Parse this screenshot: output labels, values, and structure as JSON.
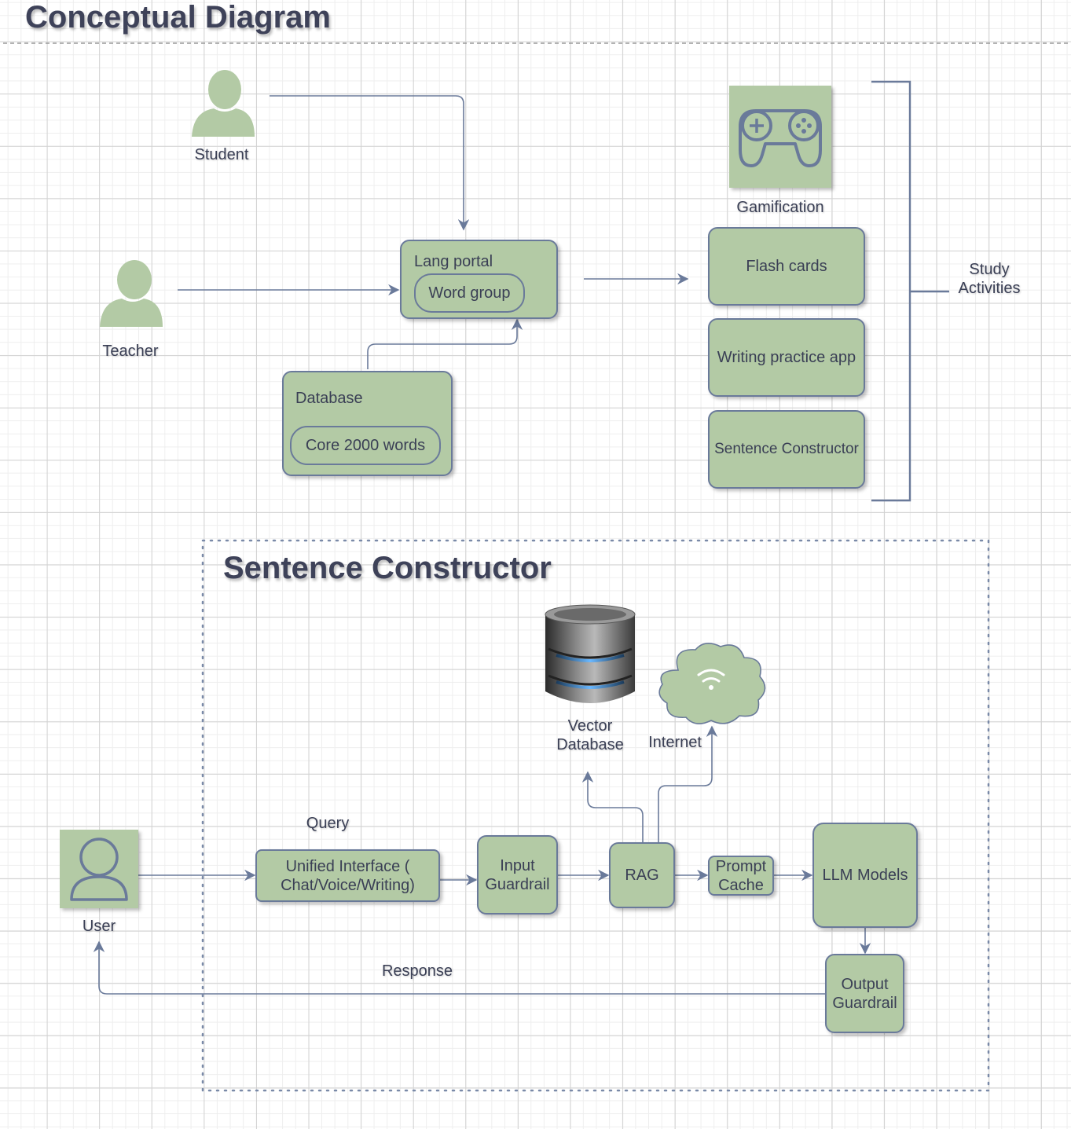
{
  "titles": {
    "main": "Conceptual Diagram",
    "sub": "Sentence Constructor"
  },
  "actors": {
    "student": "Student",
    "teacher": "Teacher",
    "user": "User"
  },
  "top": {
    "lang_portal": "Lang portal",
    "word_group": "Word group",
    "database": "Database",
    "core_words": "Core 2000 words",
    "gamification": "Gamification",
    "flash_cards": "Flash cards",
    "writing_practice": "Writing practice app",
    "sentence_constructor": "Sentence Constructor",
    "study_activities": "Study Activities"
  },
  "bottom": {
    "query": "Query",
    "unified_interface": "Unified Interface ( Chat/Voice/Writing)",
    "input_guardrail": "Input Guardrail",
    "rag": "RAG",
    "prompt_cache": "Prompt Cache",
    "llm_models": "LLM Models",
    "output_guardrail": "Output Guardrail",
    "response": "Response",
    "vector_database": "Vector Database",
    "internet": "Internet"
  },
  "colors": {
    "node_fill": "#b3caa5",
    "node_stroke": "#6a7a9a",
    "edge": "#6a7a9a",
    "text": "#3a3f55"
  },
  "icons": {
    "student": "person-icon",
    "teacher": "person-icon",
    "user": "user-outline-icon",
    "gamification": "gamepad-icon",
    "vector_database": "database-cylinder-icon",
    "internet": "wifi-cloud-icon"
  }
}
